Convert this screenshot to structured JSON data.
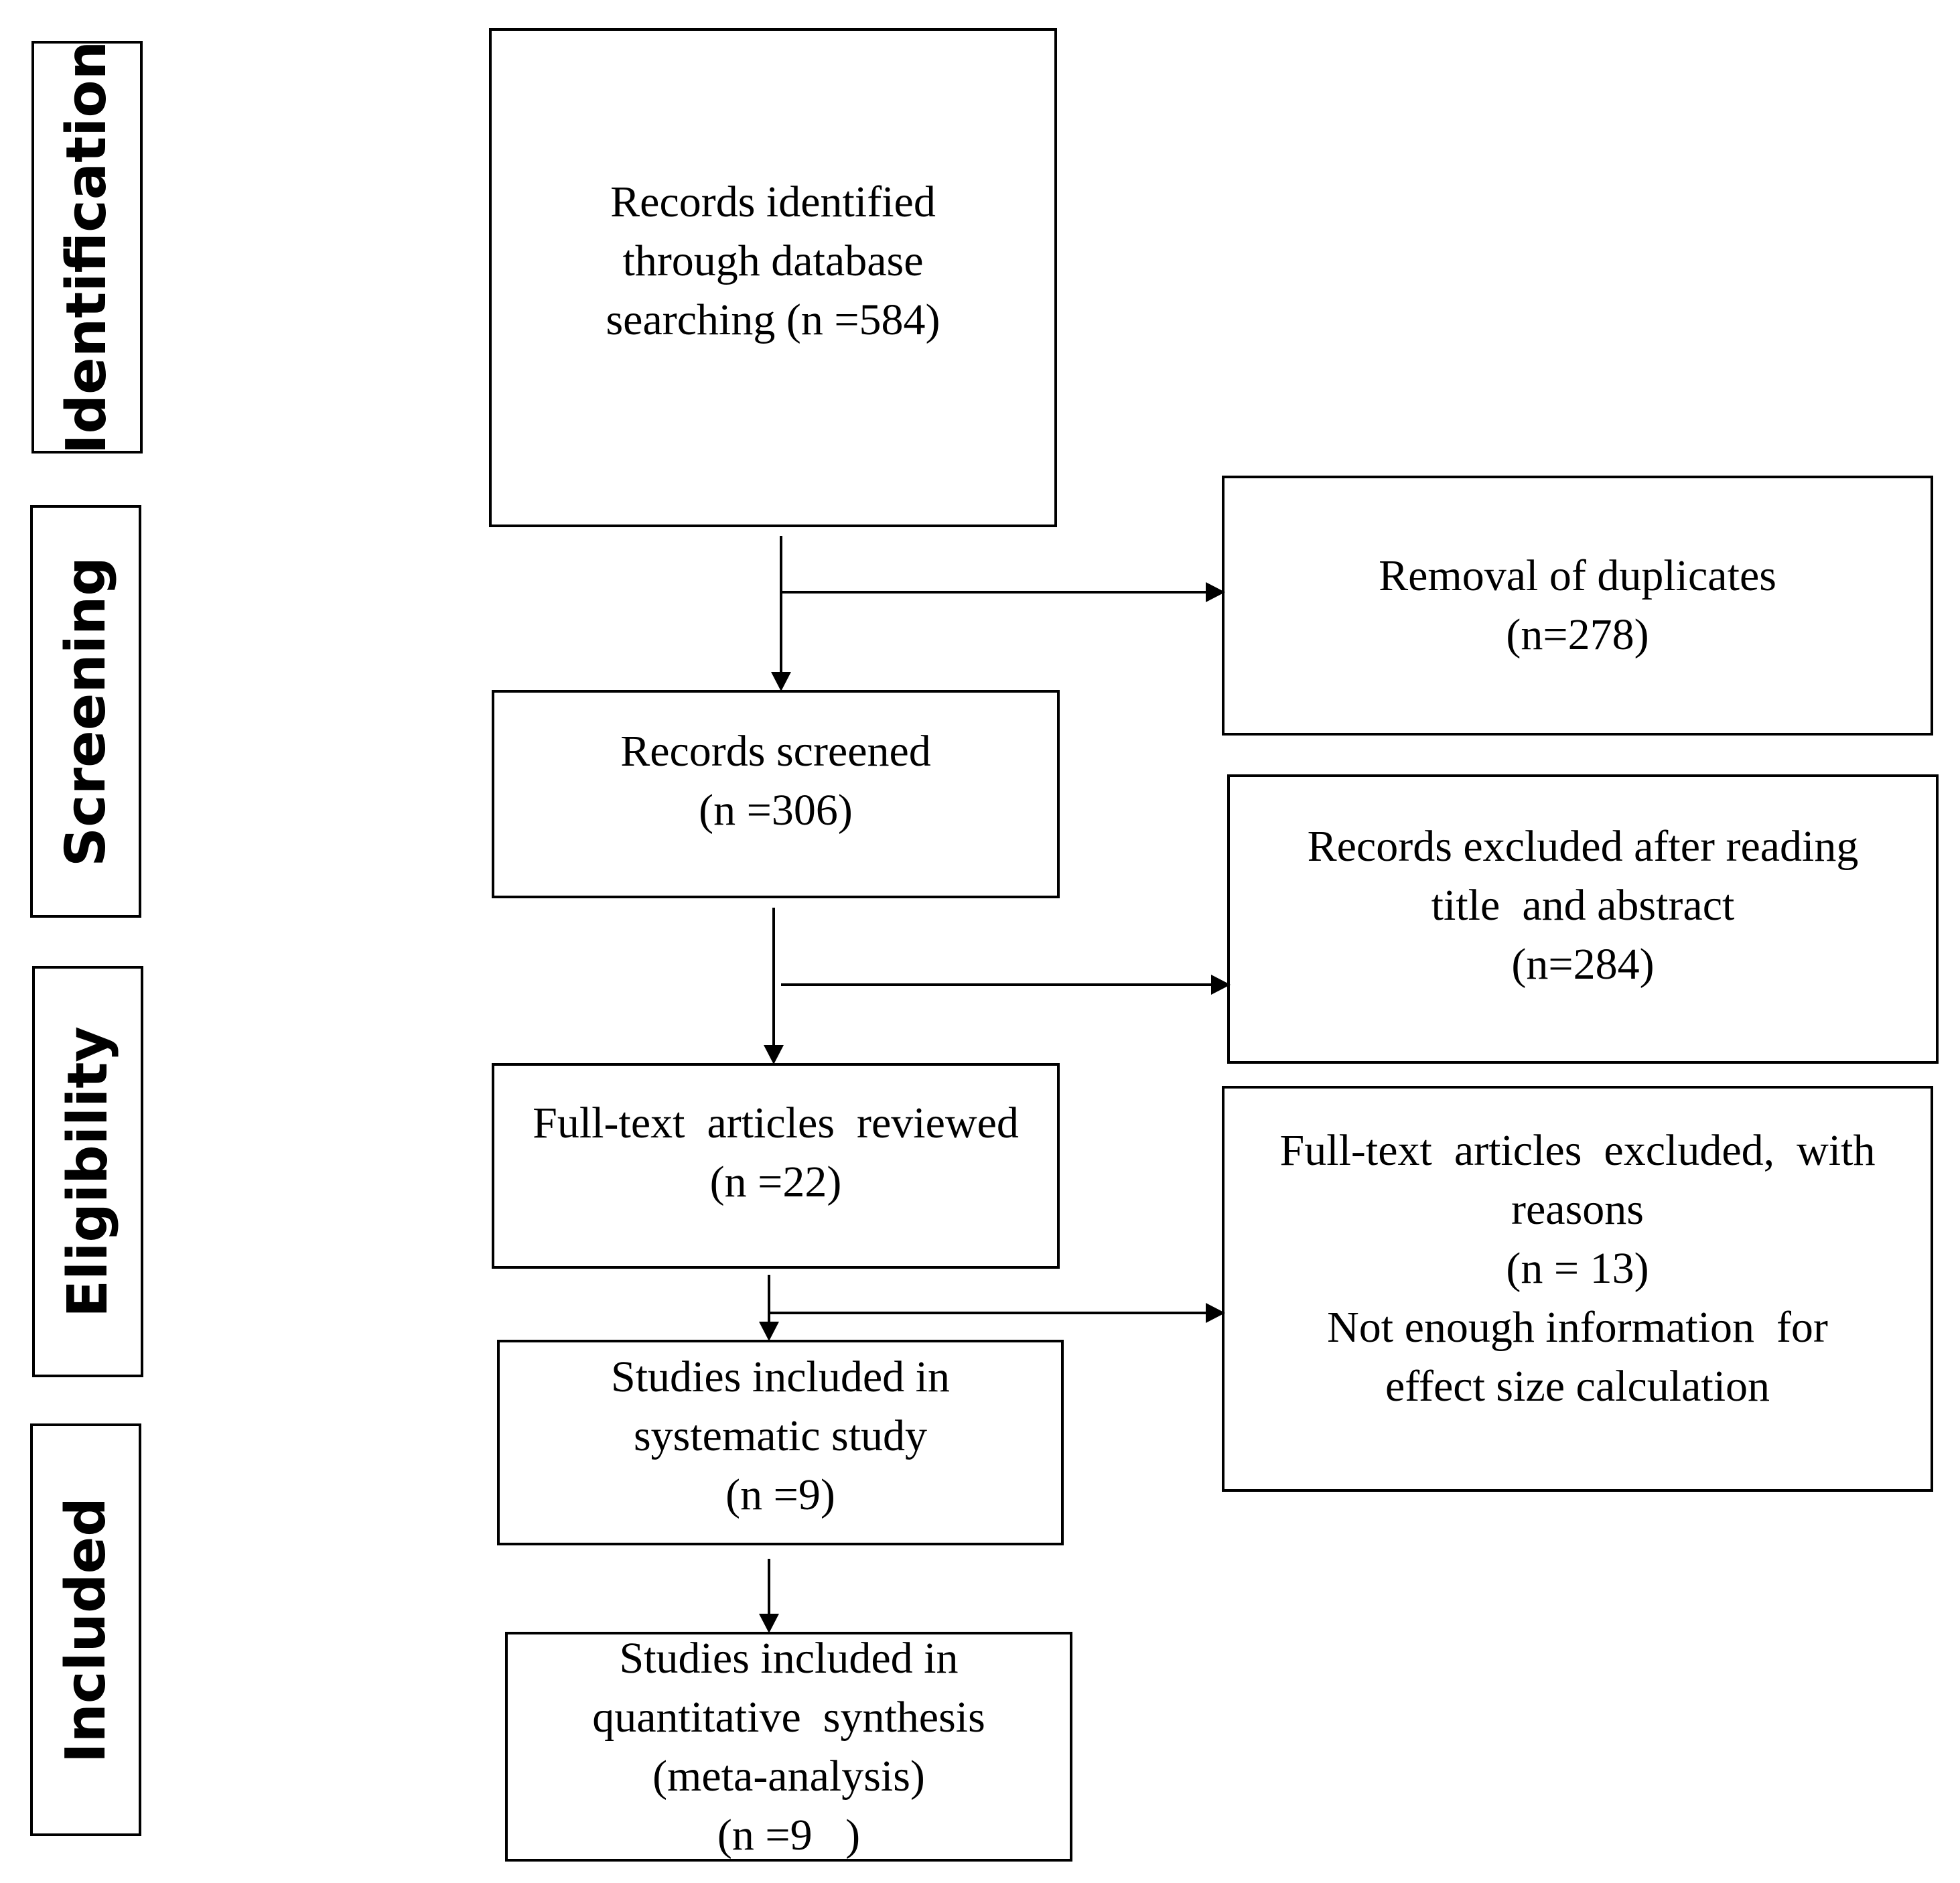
{
  "stages": {
    "identification": "Identification",
    "screening": "Screening",
    "eligibility": "Eligibility",
    "included": "Included"
  },
  "boxes": {
    "identified": [
      "Records identified",
      "through database",
      "searching (n =584)"
    ],
    "duplicates": [
      "Removal of duplicates",
      "(n=278)"
    ],
    "screened": [
      "Records screened",
      "(n =306)"
    ],
    "excluded_title_abstract": [
      "Records excluded after reading",
      "title  and abstract",
      "(n=284)"
    ],
    "fulltext_reviewed": [
      "Full-text  articles  reviewed",
      "(n =22)"
    ],
    "fulltext_excluded": [
      "Full-text  articles  excluded,  with",
      "reasons",
      "(n = 13)",
      "Not enough information  for",
      "effect size calculation"
    ],
    "systematic": [
      "Studies included in",
      "systematic study",
      "(n =9)"
    ],
    "meta": [
      "Studies included in",
      "quantitative  synthesis",
      "(meta-analysis)",
      "(n =9   )"
    ]
  }
}
